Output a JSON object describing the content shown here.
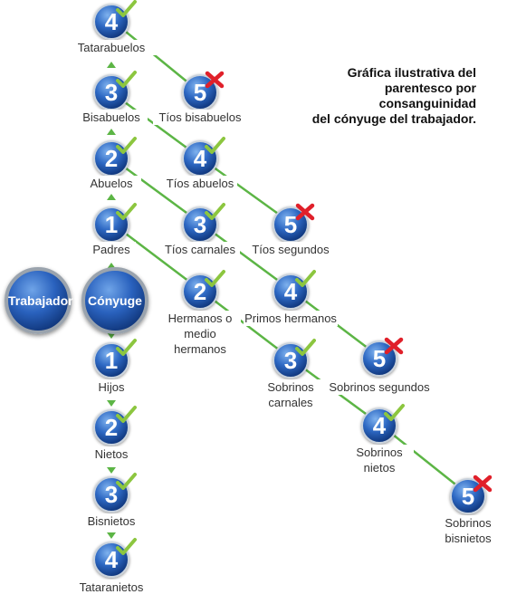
{
  "title": "Gráfica ilustrativa del\nparentesco por\nconsanguinidad\ndel cónyuge del trabajador.",
  "center": {
    "worker": "Trabajador",
    "spouse": "Cónyuge"
  },
  "colors": {
    "line": "#5cb545",
    "check": "#8cc63f",
    "cross": "#e0202a",
    "ball": "#1d4fa3"
  },
  "ascendants": [
    {
      "degree": "4",
      "label": "Tatarabuelos",
      "mark": "check"
    },
    {
      "degree": "3",
      "label": "Bisabuelos",
      "mark": "check"
    },
    {
      "degree": "2",
      "label": "Abuelos",
      "mark": "check"
    },
    {
      "degree": "1",
      "label": "Padres",
      "mark": "check"
    }
  ],
  "descendants": [
    {
      "degree": "1",
      "label": "Hijos",
      "mark": "check"
    },
    {
      "degree": "2",
      "label": "Nietos",
      "mark": "check"
    },
    {
      "degree": "3",
      "label": "Bisnietos",
      "mark": "check"
    },
    {
      "degree": "4",
      "label": "Tataranietos",
      "mark": "check"
    }
  ],
  "collaterals": {
    "tios_bisabuelos": {
      "degree": "5",
      "label": "Tíos bisabuelos",
      "mark": "cross"
    },
    "tios_abuelos": {
      "degree": "4",
      "label": "Tíos abuelos",
      "mark": "check"
    },
    "tios_segundos": {
      "degree": "5",
      "label": "Tíos segundos",
      "mark": "cross"
    },
    "tios_carnales": {
      "degree": "3",
      "label": "Tíos carnales",
      "mark": "check"
    },
    "primos_hermanos": {
      "degree": "4",
      "label": "Primos hermanos",
      "mark": "check"
    },
    "sobrinos_segundos": {
      "degree": "5",
      "label": "Sobrinos segundos",
      "mark": "cross"
    },
    "hermanos": {
      "degree": "2",
      "label": "Hermanos o\nmedio\nhermanos",
      "mark": "check"
    },
    "sobrinos_carnales": {
      "degree": "3",
      "label": "Sobrinos\ncarnales",
      "mark": "check"
    },
    "sobrinos_nietos": {
      "degree": "4",
      "label": "Sobrinos\nnietos",
      "mark": "check"
    },
    "sobrinos_bisnietos": {
      "degree": "5",
      "label": "Sobrinos\nbisnietos",
      "mark": "cross"
    }
  }
}
